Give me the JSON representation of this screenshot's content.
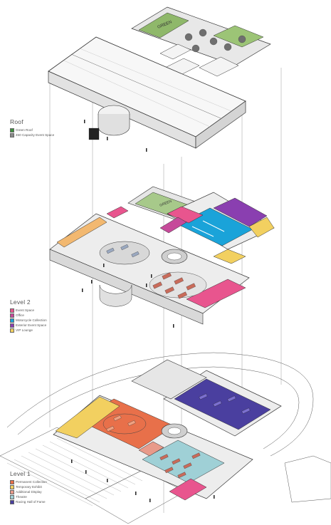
{
  "legends": {
    "roof": {
      "title": "Roof",
      "items": [
        {
          "label": "Green Roof",
          "color": "#3f8f3f"
        },
        {
          "label": "450 Capacity Event Space",
          "color": "#8a8a8a"
        }
      ]
    },
    "level2": {
      "title": "Level 2",
      "items": [
        {
          "label": "Event Space",
          "color": "#e8558e"
        },
        {
          "label": "Office",
          "color": "#c64a9a"
        },
        {
          "label": "Motorcycle Collection",
          "color": "#1aa3d9"
        },
        {
          "label": "Exterior Event Space",
          "color": "#8a3fb0"
        },
        {
          "label": "VIP Lounge",
          "color": "#f2d060"
        }
      ]
    },
    "level1": {
      "title": "Level 1",
      "items": [
        {
          "label": "Permanent Collection",
          "color": "#e8704a"
        },
        {
          "label": "Temporary Exhibit",
          "color": "#f2d060"
        },
        {
          "label": "Additional Display",
          "color": "#e89a8a"
        },
        {
          "label": "Theatre",
          "color": "#9fd0d6"
        },
        {
          "label": "Racing Hall of Fame",
          "color": "#4a3f9f"
        }
      ]
    }
  },
  "roof_sign": "GREEN"
}
